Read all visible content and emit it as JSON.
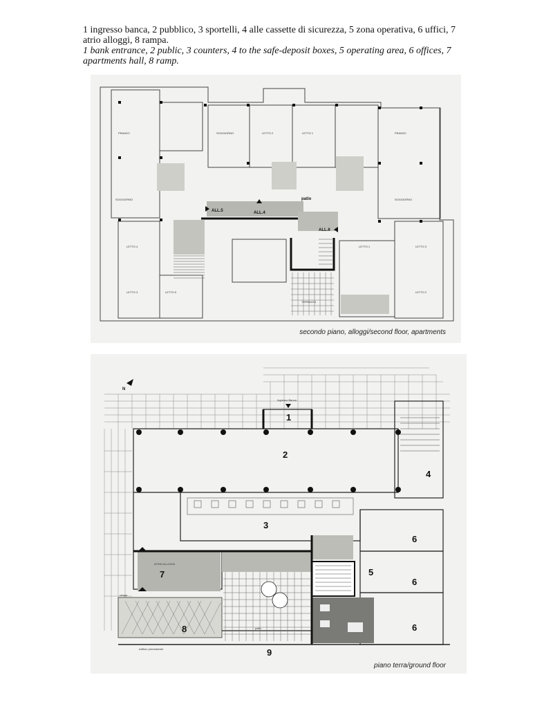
{
  "caption": {
    "it": "1 ingresso banca, 2 pubblico, 3 sportelli, 4 alle cassette di sicurezza, 5 zona operativa, 6 uffici, 7 atrio alloggi, 8 rampa.",
    "en": "1 bank entrance, 2 public, 3 counters, 4 to the safe-deposit boxes, 5 operating area, 6 offices, 7 apartments hall, 8 ramp."
  },
  "top_plan": {
    "caption": "secondo piano, alloggi/second floor, apartments",
    "labels": {
      "patio": "patio",
      "all4": "ALL.4",
      "all5": "ALL.5",
      "all6": "ALL.6"
    }
  },
  "bottom_plan": {
    "caption": "piano terra/ground floor",
    "entrance_label": "Ingresso Banca",
    "north": "N",
    "rampa": "rampa",
    "patio": "patio",
    "atrio": "ATRIO ALLOGGI",
    "preesistente": "edificio preesistente",
    "numbers": {
      "n1": "1",
      "n2": "2",
      "n3": "3",
      "n4": "4",
      "n5": "5",
      "n6a": "6",
      "n6b": "6",
      "n6c": "6",
      "n7": "7",
      "n8": "8",
      "n9": "9"
    }
  }
}
